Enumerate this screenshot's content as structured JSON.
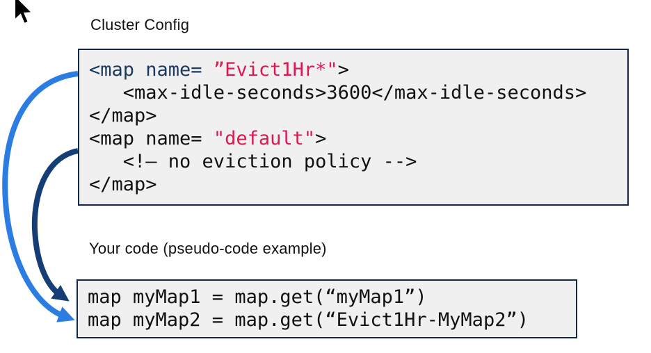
{
  "cursor": {
    "name": "mouse-pointer"
  },
  "cluster_config": {
    "title": "Cluster Config",
    "code_lines": [
      {
        "segments": [
          {
            "text": "<map name= ",
            "color": "#1b3a5f"
          },
          {
            "text": "”Evict1Hr*\"",
            "color": "#e0164f"
          },
          {
            "text": ">",
            "color": "#111111"
          }
        ]
      },
      {
        "segments": [
          {
            "text": "   <max-idle-seconds>3600</max-idle-seconds>",
            "color": "#111111"
          }
        ]
      },
      {
        "segments": [
          {
            "text": "</map>",
            "color": "#111111"
          }
        ]
      },
      {
        "segments": [
          {
            "text": "<map name= ",
            "color": "#111111"
          },
          {
            "text": "\"default\"",
            "color": "#e0164f"
          },
          {
            "text": ">",
            "color": "#111111"
          }
        ]
      },
      {
        "segments": [
          {
            "text": "   <!– no eviction policy -->",
            "color": "#111111"
          }
        ]
      },
      {
        "segments": [
          {
            "text": "</map>",
            "color": "#111111"
          }
        ]
      }
    ]
  },
  "your_code": {
    "title": "Your code (pseudo-code example)",
    "code_lines": [
      "map myMap1 = map.get(“myMap1”)",
      "map myMap2 = map.get(“Evict1Hr-MyMap2”)"
    ]
  },
  "arrows": [
    {
      "name": "arrow-evict1hr-config-to-mymap2",
      "color": "#2b7de2",
      "from": "Evict1Hr* map config line",
      "to": "myMap2 get line"
    },
    {
      "name": "arrow-default-config-to-mymap1",
      "color": "#153e75",
      "from": "default map config line",
      "to": "myMap1 get line"
    }
  ],
  "colors": {
    "box_background": "#f0f0f0",
    "box_border": "#13294b",
    "tag_navy": "#1b3a5f",
    "string_red": "#e0164f",
    "code_black": "#111111",
    "arrow_light_blue": "#2b7de2",
    "arrow_dark_navy": "#153e75"
  }
}
